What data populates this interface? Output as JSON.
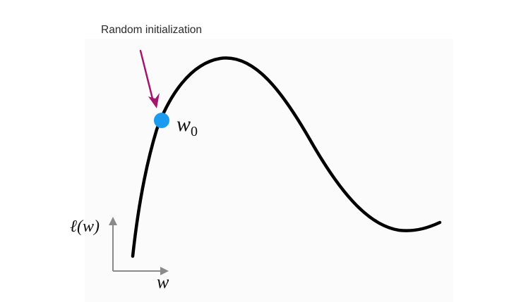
{
  "annotation": {
    "text": "Random initialization"
  },
  "point": {
    "symbol": "w",
    "subscript": "0"
  },
  "axes": {
    "y_label": "ℓ(w)",
    "x_label": "w"
  },
  "colors": {
    "curve": "#000000",
    "point": "#1a9bf0",
    "arrow": "#a3166e",
    "axes": "#8a8a8a"
  }
}
